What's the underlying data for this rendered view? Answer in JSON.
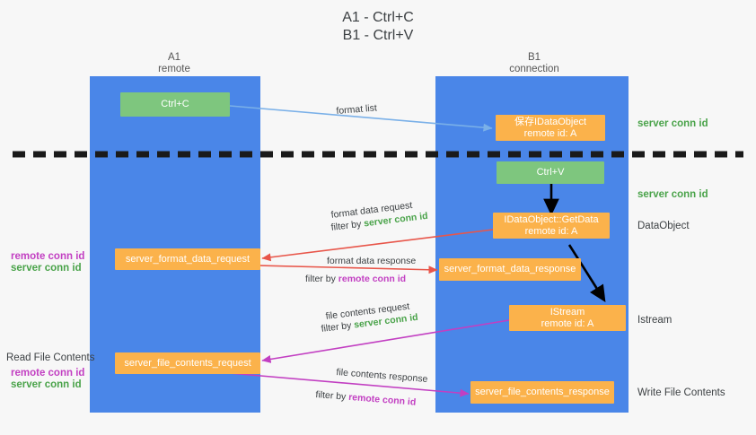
{
  "title": {
    "line1": "A1 - Ctrl+C",
    "line2": "B1 - Ctrl+V"
  },
  "lanes": [
    {
      "id": "a1",
      "name": "A1",
      "subtitle": "remote"
    },
    {
      "id": "b1",
      "name": "B1",
      "subtitle": "connection"
    }
  ],
  "colors": {
    "lane": "#4a86e8",
    "green_node": "#7ec67e",
    "orange_node": "#fbb24b",
    "server_conn_id": "#4aa34a",
    "remote_conn_id": "#c23fc2",
    "arrow_blue": "#7ab0e8",
    "arrow_red": "#e8564a",
    "arrow_magenta": "#c23fc2",
    "arrow_black": "#000000",
    "divider": "#1a1a1a"
  },
  "nodes": {
    "ctrl_c": {
      "label": "Ctrl+C"
    },
    "save_idataobject": {
      "line1": "保存IDataObject",
      "line2": "remote id: A"
    },
    "ctrl_v": {
      "label": "Ctrl+V"
    },
    "getdata": {
      "line1": "IDataObject::GetData",
      "line2": "remote id: A"
    },
    "format_data_request": {
      "label": "server_format_data_request"
    },
    "format_data_response": {
      "label": "server_format_data_response"
    },
    "istream": {
      "line1": "IStream",
      "line2": "remote id: A"
    },
    "file_contents_request": {
      "label": "server_file_contents_request"
    },
    "file_contents_response": {
      "label": "server_file_contents_response"
    }
  },
  "right_labels": [
    {
      "id": "server-conn-id-1",
      "text": "server conn id",
      "style": "green"
    },
    {
      "id": "server-conn-id-2",
      "text": "server conn id",
      "style": "green"
    },
    {
      "id": "dataobject",
      "text": "DataObject",
      "style": "plain"
    },
    {
      "id": "istream",
      "text": "Istream",
      "style": "plain"
    },
    {
      "id": "write-file-contents",
      "text": "Write File Contents",
      "style": "plain"
    }
  ],
  "left_labels": {
    "group1": {
      "remote": "remote conn id",
      "server": "server conn id"
    },
    "read_file_contents": "Read File Contents",
    "group2": {
      "remote": "remote conn id",
      "server": "server conn id"
    }
  },
  "edge_labels": {
    "format_list": "format list",
    "format_data_request": {
      "line1": "format data request",
      "filter_prefix": "filter by ",
      "filter_value": "server conn id"
    },
    "format_data_response": {
      "line1": "format data response",
      "filter_prefix": "filter by ",
      "filter_value": "remote conn id"
    },
    "file_contents_request": {
      "line1": "file contents request",
      "filter_prefix": "filter by ",
      "filter_value": "server conn id"
    },
    "file_contents_response": {
      "line1": "file contents response",
      "filter_prefix": "filter by ",
      "filter_value": "remote conn id"
    }
  }
}
